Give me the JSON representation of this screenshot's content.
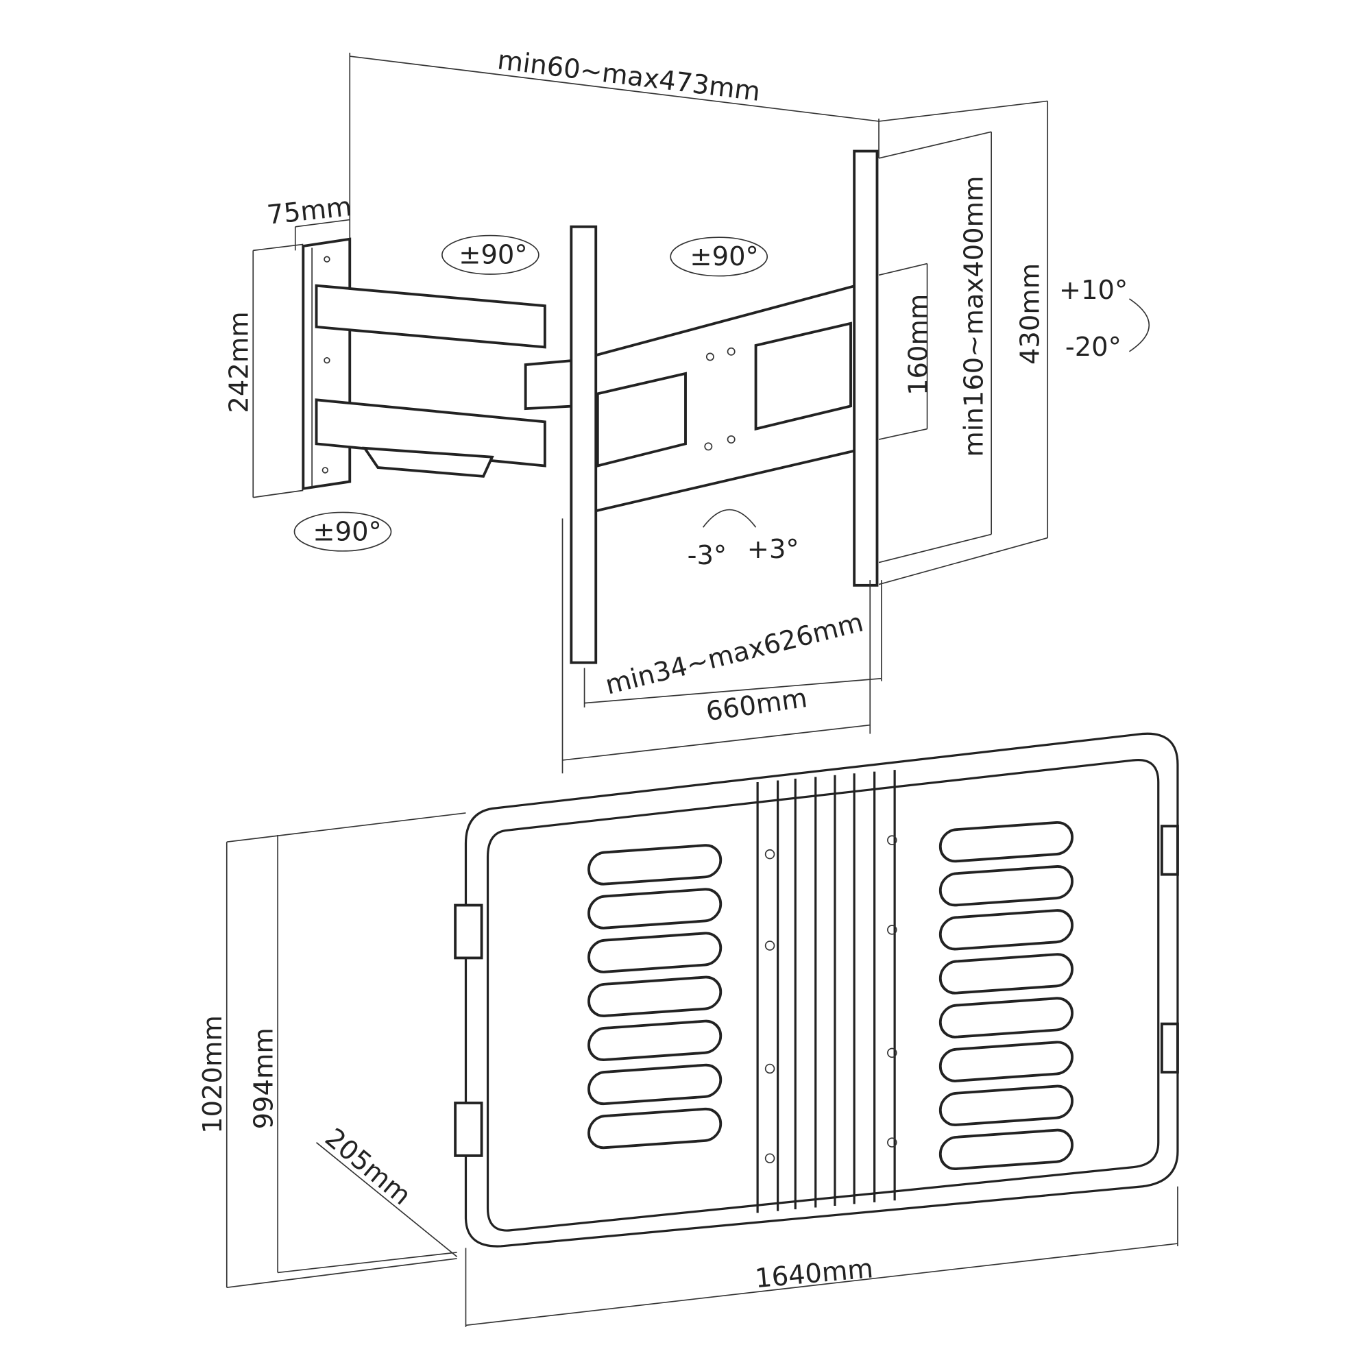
{
  "dimensions": {
    "arm_extension": "min60~max473mm",
    "wall_plate_width": "75mm",
    "wall_plate_height": "242mm",
    "inner_hole_height": "160mm",
    "vesa_vertical": "min160~max400mm",
    "bracket_height": "430mm",
    "vesa_horizontal": "min34~max626mm",
    "bracket_width": "660mm",
    "tv_max_height": "1020mm",
    "tv_height": "994mm",
    "tv_depth": "205mm",
    "tv_width": "1640mm"
  },
  "angles": {
    "swivel_arm_1": "±90°",
    "swivel_arm_2": "±90°",
    "swivel_wall": "±90°",
    "tilt_up": "+10°",
    "tilt_down": "-20°",
    "level_minus": "-3°",
    "level_plus": "+3°"
  }
}
